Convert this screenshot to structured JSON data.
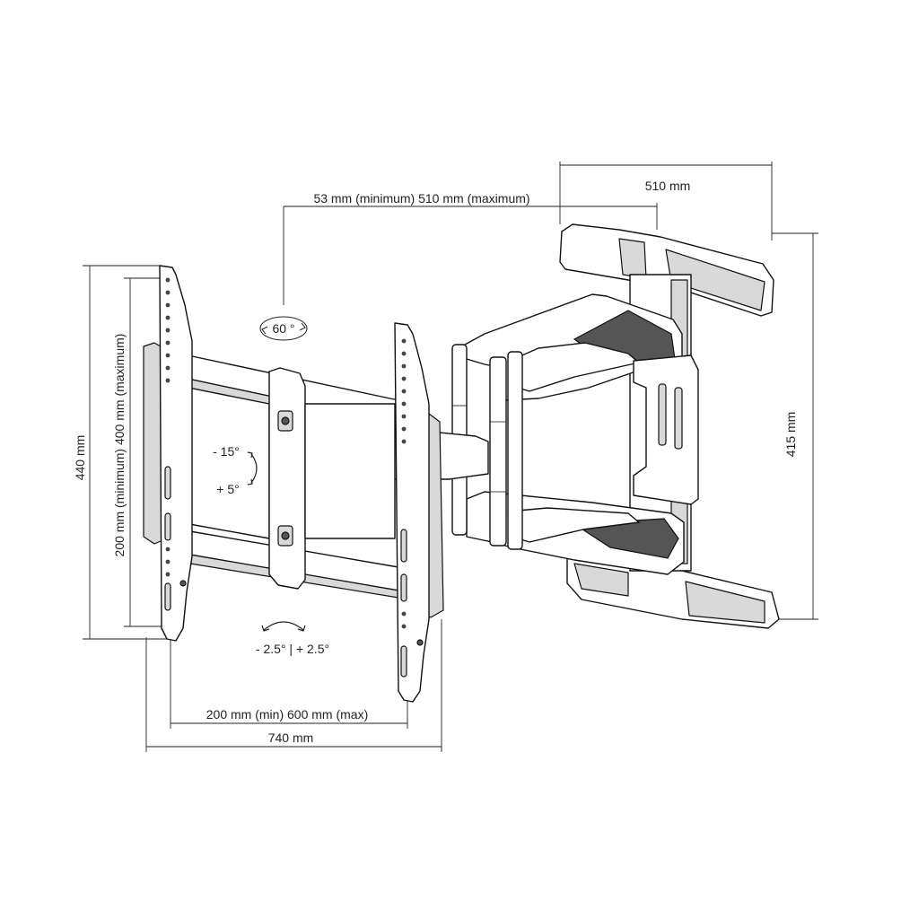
{
  "labels": {
    "width_510": "510 mm",
    "extension": "53 mm (minimum) 510 mm (maximum)",
    "swivel": "60 °",
    "height_415": "415 mm",
    "height_440": "440 mm",
    "vesa_vertical": "200 mm (minimum) 400 mm (maximum)",
    "tilt_minus": "- 15°",
    "tilt_plus": "+ 5°",
    "level": "- 2.5° | + 2.5°",
    "vesa_horizontal": "200 mm (min) 600 mm (max)",
    "width_740": "740 mm"
  },
  "colors": {
    "line": "#111111",
    "fill_grey": "#d9d9d9",
    "dark": "#555555"
  }
}
